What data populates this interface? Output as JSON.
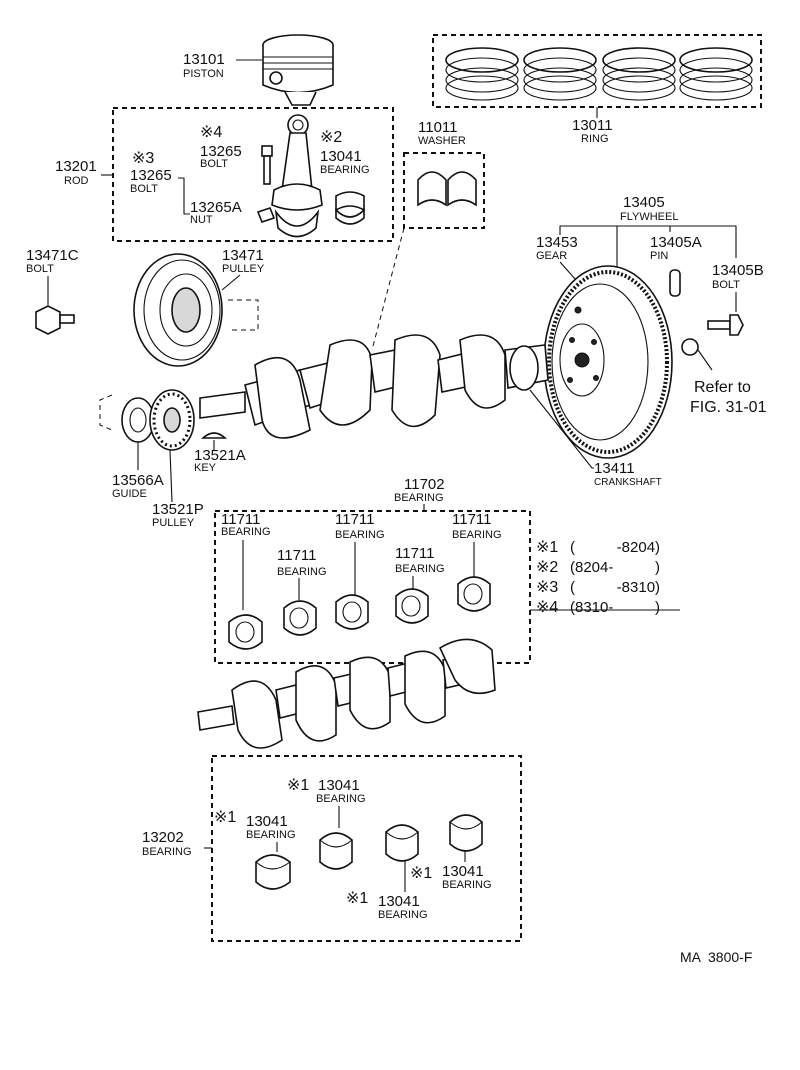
{
  "parts": {
    "piston": {
      "number": "13101",
      "name": "PISTON"
    },
    "ring": {
      "number": "13011",
      "name": "RING"
    },
    "rod_group": {
      "number": "13201",
      "name": "ROD"
    },
    "rod_bolt": {
      "number": "13265",
      "name": "BOLT",
      "mark": "※4"
    },
    "rod_bolt_alt": {
      "number": "13265",
      "name": "BOLT",
      "mark": "※3"
    },
    "rod_nut": {
      "number": "13265A",
      "name": "NUT"
    },
    "rod_bearing": {
      "number": "13041",
      "name": "BEARING",
      "mark": "※2"
    },
    "washer": {
      "number": "11011",
      "name": "WASHER"
    },
    "pulley": {
      "number": "13471",
      "name": "PULLEY"
    },
    "pulley_bolt": {
      "number": "13471C",
      "name": "BOLT"
    },
    "flywheel": {
      "number": "13405",
      "name": "FLYWHEEL"
    },
    "gear": {
      "number": "13453",
      "name": "GEAR"
    },
    "pin": {
      "number": "13405A",
      "name": "PIN"
    },
    "flywheel_bolt": {
      "number": "13405B",
      "name": "BOLT"
    },
    "crankshaft": {
      "number": "13411",
      "name": "CRANKSHAFT"
    },
    "key": {
      "number": "13521A",
      "name": "KEY"
    },
    "guide": {
      "number": "13566A",
      "name": "GUIDE"
    },
    "timing_pulley": {
      "number": "13521P",
      "name": "PULLEY"
    },
    "main_bearing_set": {
      "number": "11702",
      "name": "BEARING"
    },
    "main_bearing": {
      "number": "11711",
      "name": "BEARING"
    },
    "conrod_bearing_set": {
      "number": "13202",
      "name": "BEARING"
    },
    "conrod_bearing": {
      "number": "13041",
      "name": "BEARING",
      "mark": "※1"
    }
  },
  "refer": {
    "line1": "Refer to",
    "line2": "FIG. 31-01"
  },
  "legend": [
    {
      "mark": "※1",
      "range": "(          -8204)"
    },
    {
      "mark": "※2",
      "range": "(8204-          )"
    },
    {
      "mark": "※3",
      "range": "(          -8310)"
    },
    {
      "mark": "※4",
      "range": "(8310-          )"
    }
  ],
  "figure_code": "MA  3800-F"
}
